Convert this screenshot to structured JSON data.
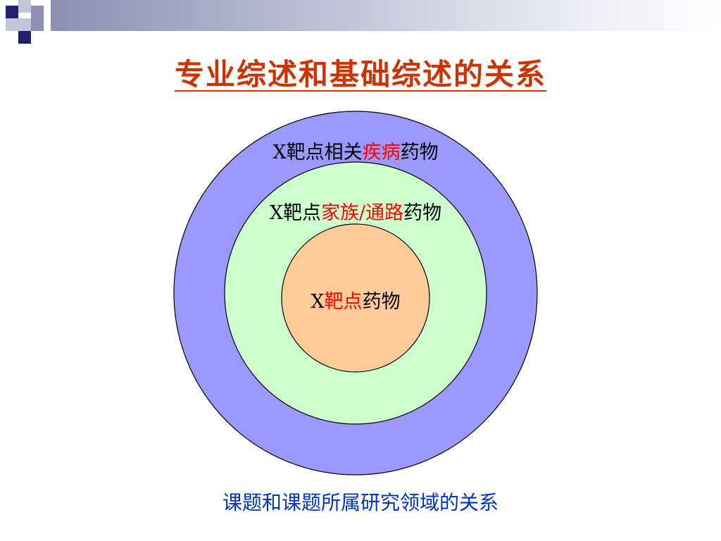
{
  "slide": {
    "title": "专业综述和基础综述的关系",
    "caption": "课题和课题所属研究领域的关系"
  },
  "rings": {
    "outer": {
      "prefix": "X靶点相关",
      "highlight": "疾病",
      "suffix": "药物",
      "fill": "#9999ff"
    },
    "middle": {
      "prefix": "X靶点",
      "highlight": "家族/通路",
      "suffix": "药物",
      "fill": "#ccffcc"
    },
    "inner": {
      "prefix": "X",
      "highlight": "靶点",
      "suffix": "药物",
      "fill": "#ffcc99"
    }
  },
  "colors": {
    "title": "#cc3300",
    "highlight": "#ff0000",
    "caption": "#0033cc",
    "banner_square": "#1f1f6b"
  }
}
